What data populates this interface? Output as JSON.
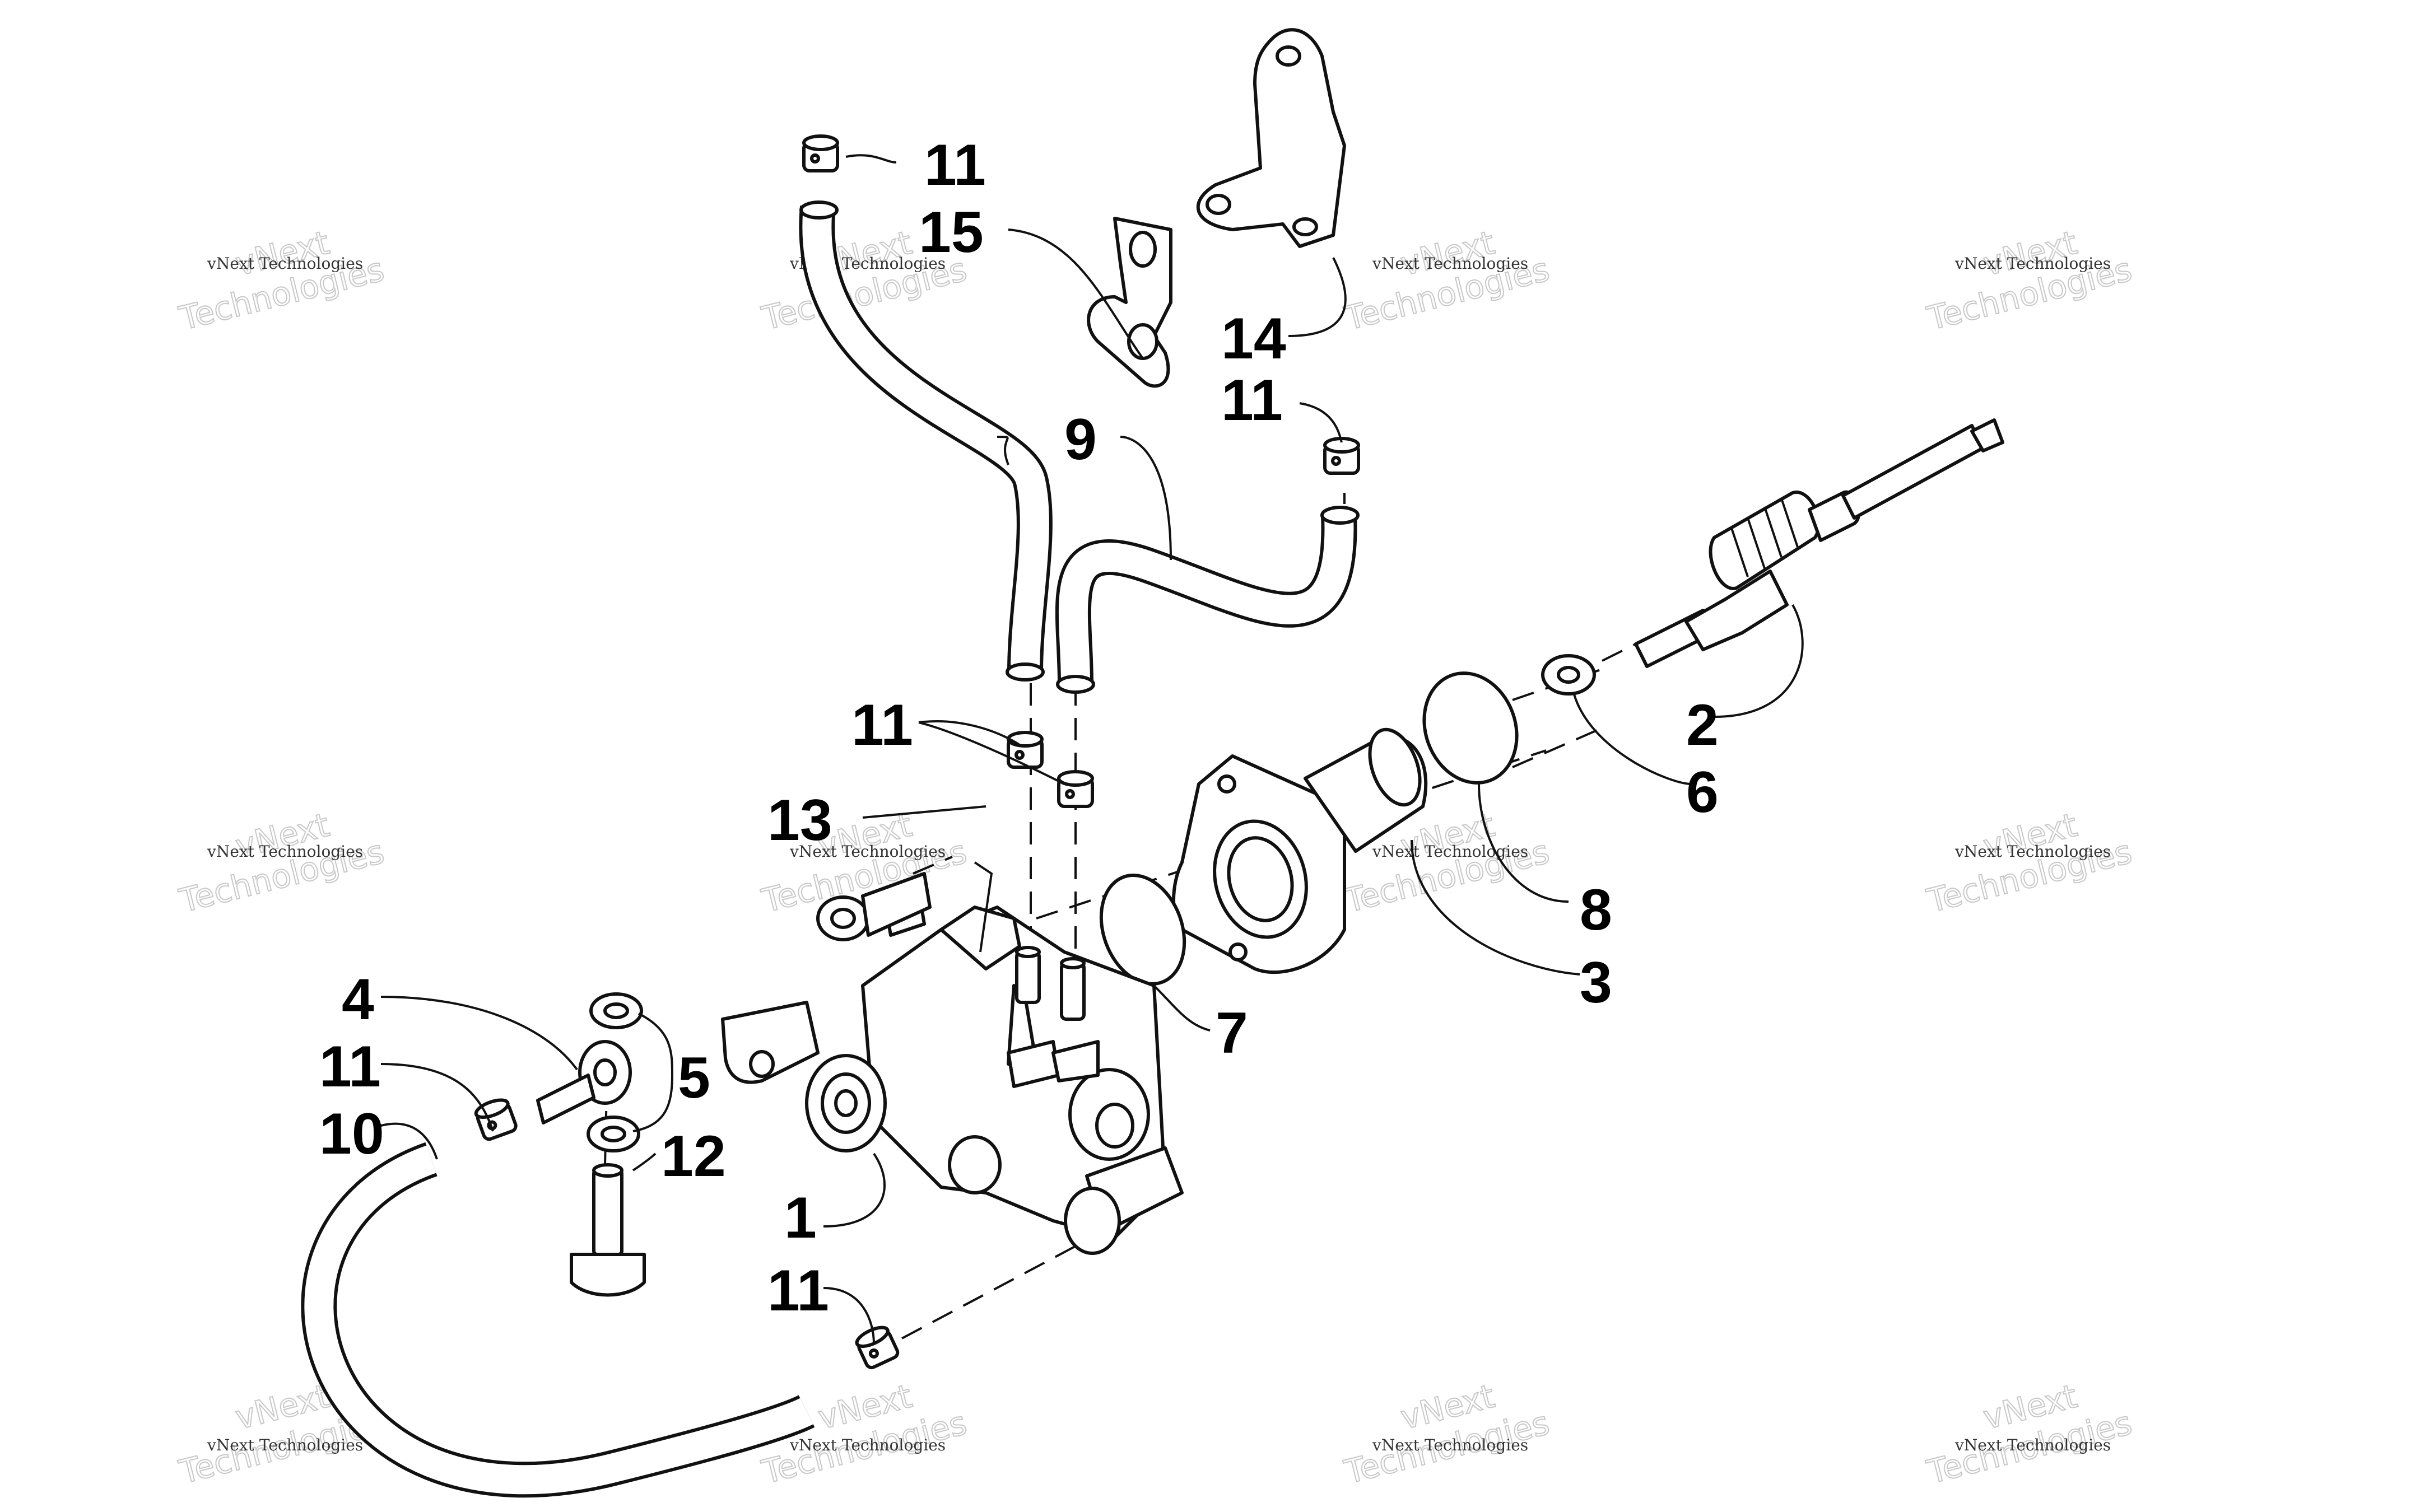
{
  "diagram": {
    "watermark": {
      "line1": "vNext",
      "line2": "Technologies",
      "small": "vNext Technologies"
    },
    "callouts": [
      {
        "id": "c1",
        "label": "1"
      },
      {
        "id": "c2",
        "label": "2"
      },
      {
        "id": "c3",
        "label": "3"
      },
      {
        "id": "c4",
        "label": "4"
      },
      {
        "id": "c5",
        "label": "5"
      },
      {
        "id": "c6",
        "label": "6"
      },
      {
        "id": "c7",
        "label": "7"
      },
      {
        "id": "c8",
        "label": "8"
      },
      {
        "id": "c9",
        "label": "9"
      },
      {
        "id": "c10",
        "label": "10"
      },
      {
        "id": "c11a",
        "label": "11"
      },
      {
        "id": "c11b",
        "label": "11"
      },
      {
        "id": "c11c",
        "label": "11"
      },
      {
        "id": "c11d",
        "label": "11"
      },
      {
        "id": "c11e",
        "label": "11"
      },
      {
        "id": "c12",
        "label": "12"
      },
      {
        "id": "c13",
        "label": "13"
      },
      {
        "id": "c14",
        "label": "14"
      },
      {
        "id": "c15",
        "label": "15"
      }
    ]
  }
}
